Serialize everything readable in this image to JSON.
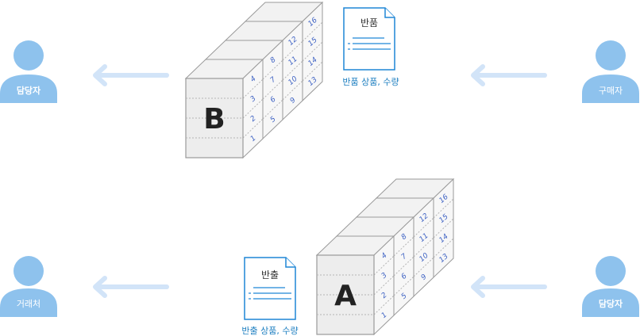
{
  "people": {
    "top_left": "담당자",
    "top_right": "구매자",
    "bottom_left": "거래처",
    "bottom_right": "담당자"
  },
  "documents": {
    "top": {
      "title": "반품",
      "caption": "반품 상품, 수량"
    },
    "bottom": {
      "title": "반출",
      "caption": "반출 상품, 수량"
    }
  },
  "racks": {
    "top": {
      "letter": "B",
      "cells": [
        "1",
        "2",
        "3",
        "4",
        "5",
        "6",
        "7",
        "8",
        "9",
        "10",
        "11",
        "12",
        "13",
        "14",
        "15",
        "16"
      ]
    },
    "bottom": {
      "letter": "A",
      "cells": [
        "1",
        "2",
        "3",
        "4",
        "5",
        "6",
        "7",
        "8",
        "9",
        "10",
        "11",
        "12",
        "13",
        "14",
        "15",
        "16"
      ]
    }
  },
  "colors": {
    "person": "#8ec2ed",
    "arrow": "#d2e4f8",
    "doc_border": "#1f86d6",
    "cell_number": "#3f63c4"
  }
}
